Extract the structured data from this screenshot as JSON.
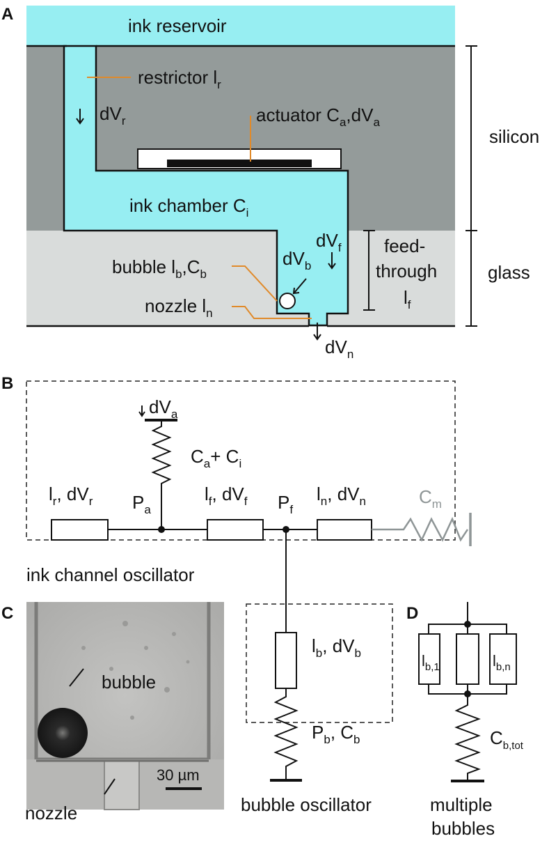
{
  "panels": {
    "a": "A",
    "b": "B",
    "c": "C",
    "d": "D"
  },
  "colors": {
    "ink": "#97eef2",
    "silicon": "#949b9a",
    "glass": "#d9dcdb",
    "leader": "#e08a2a",
    "grey_element": "#8e9596"
  },
  "panel_a": {
    "ink_reservoir": "ink reservoir",
    "restrictor": {
      "text": "restrictor l",
      "sub": "r"
    },
    "dvr": {
      "text": "dV",
      "sub": "r"
    },
    "actuator": {
      "text": "actuator C",
      "sub1": "a",
      "mid": ",dV",
      "sub2": "a"
    },
    "ink_chamber": {
      "text": "ink chamber C",
      "sub": "i"
    },
    "dvf": {
      "text": "dV",
      "sub": "f"
    },
    "dvb": {
      "text": "dV",
      "sub": "b"
    },
    "bubble": {
      "text": "bubble l",
      "sub1": "b",
      "mid": ",C",
      "sub2": "b"
    },
    "nozzle": {
      "text": "nozzle l",
      "sub": "n"
    },
    "dvn": {
      "text": "dV",
      "sub": "n"
    },
    "silicon": "silicon",
    "glass": "glass",
    "feed_line1": "feed-",
    "feed_line2": "through",
    "feed_line3": {
      "text": "l",
      "sub": "f"
    }
  },
  "panel_b": {
    "dva": {
      "text": "dV",
      "sub": "a"
    },
    "cap": {
      "text": "C",
      "sub1": "a",
      "mid": "+ C",
      "sub2": "i"
    },
    "lr": {
      "text": "l",
      "sub1": "r",
      "mid": ", dV",
      "sub2": "r"
    },
    "pa": {
      "text": "P",
      "sub": "a"
    },
    "lf": {
      "text": "l",
      "sub1": "f",
      "mid": ", dV",
      "sub2": "f"
    },
    "pf": {
      "text": "P",
      "sub": "f"
    },
    "ln": {
      "text": "l",
      "sub1": "n",
      "mid": ", dV",
      "sub2": "n"
    },
    "cm": {
      "text": "C",
      "sub": "m"
    },
    "box_label": "ink channel oscillator",
    "lb": {
      "text": "l",
      "sub1": "b",
      "mid": ", dV",
      "sub2": "b"
    },
    "pb": {
      "text": "P",
      "sub1": "b",
      "mid": ", C",
      "sub2": "b"
    },
    "bubble_box_label": "bubble oscillator"
  },
  "panel_c": {
    "bubble": "bubble",
    "nozzle": "nozzle",
    "scale": "30 µm"
  },
  "panel_d": {
    "lb1": {
      "text": "l",
      "sub": "b,1"
    },
    "lbn": {
      "text": "l",
      "sub": "b,n"
    },
    "cbtot": {
      "text": "C",
      "sub": "b,tot"
    },
    "label1": "multiple",
    "label2": "bubbles"
  }
}
